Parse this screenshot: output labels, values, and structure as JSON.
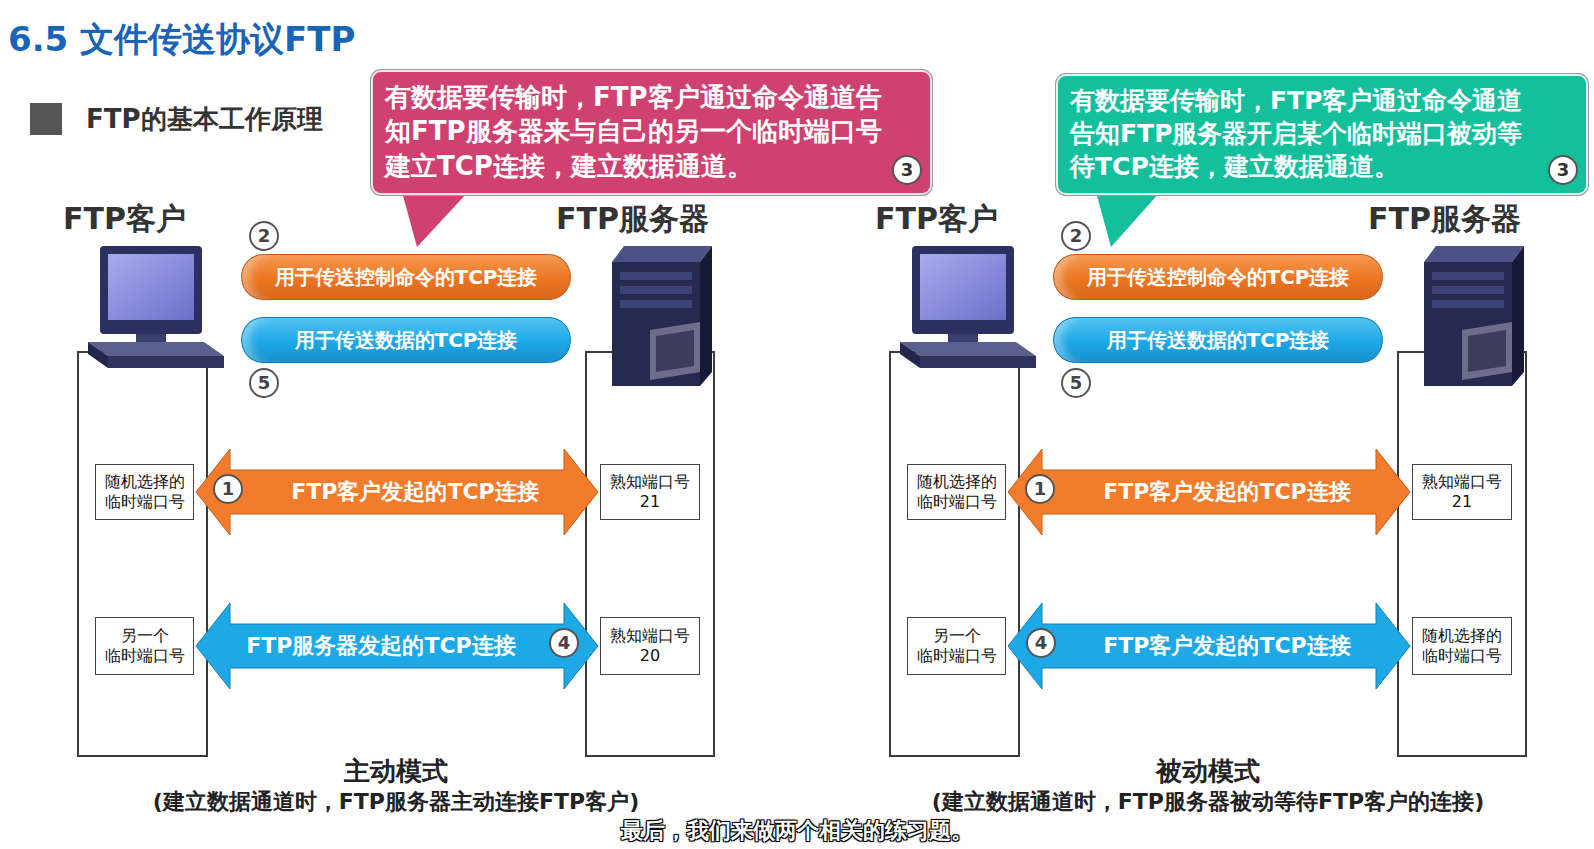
{
  "diagram": {
    "title": "6.5 文件传送协议FTP",
    "nodes": [
      {
        "text": [
          "FTP客户"
        ]
      },
      {
        "text": [
          "随机选择的 临时端口号"
        ],
        "in": 0
      },
      {
        "text": [
          "另一个 临时端口号"
        ],
        "in": 0
      },
      {
        "text": [
          "FTP服务器"
        ]
      },
      {
        "text": [
          "熟知端口号 21"
        ],
        "in": 3
      },
      {
        "text": [
          "熟知端口号 20"
        ],
        "in": 3
      },
      {
        "text": [
          "用于传送控制命令的TCP连接"
        ]
      },
      {
        "text": [
          "用于传送数据的TCP连接"
        ]
      },
      {
        "text": [
          "有数据要传输时，FTP客户通过命令通道告知FTP服务器来与自己的另一个临时端口号建立TCP连接，建立数据通道。",
          "3"
        ]
      },
      {
        "text": [
          "FTP客户"
        ]
      },
      {
        "text": [
          "随机选择的 临时端口号"
        ],
        "in": 9
      },
      {
        "text": [
          "另一个 临时端口号"
        ],
        "in": 9
      },
      {
        "text": [
          "FTP服务器"
        ]
      },
      {
        "text": [
          "熟知端口号 21"
        ],
        "in": 12
      },
      {
        "text": [
          "随机选择的 临时端口号"
        ],
        "in": 12
      },
      {
        "text": [
          "用于传送控制命令的TCP连接"
        ]
      },
      {
        "text": [
          "用于传送数据的TCP连接"
        ]
      },
      {
        "text": [
          "有数据要传输时，FTP客户通过命令通道告知FTP服务器开启某个临时端口被动等待TCP连接，建立数据通道。",
          "3"
        ]
      }
    ],
    "edges": [
      {
        "from": 1,
        "to": 4,
        "arrow": "both",
        "label": "FTP客户发起的TCP连接"
      },
      {
        "from": 2,
        "to": 5,
        "arrow": "both",
        "label": "FTP服务器发起的TCP连接"
      },
      {
        "from": 10,
        "to": 13,
        "arrow": "both",
        "label": "FTP客户发起的TCP连接"
      },
      {
        "from": 11,
        "to": 14,
        "arrow": "both",
        "label": "FTP客户发起的TCP连接"
      }
    ],
    "labels": [
      "FTP的基本工作原理",
      "2",
      "5",
      "1",
      "4",
      "主动模式",
      "(建立数据通道时，FTP服务器主动连接FTP客户)",
      "2",
      "5",
      "1",
      "4",
      "被动模式",
      "(建立数据通道时，FTP服务器被动等待FTP客户的连接)",
      "最后，我们来做两个相关的练习题。"
    ]
  }
}
